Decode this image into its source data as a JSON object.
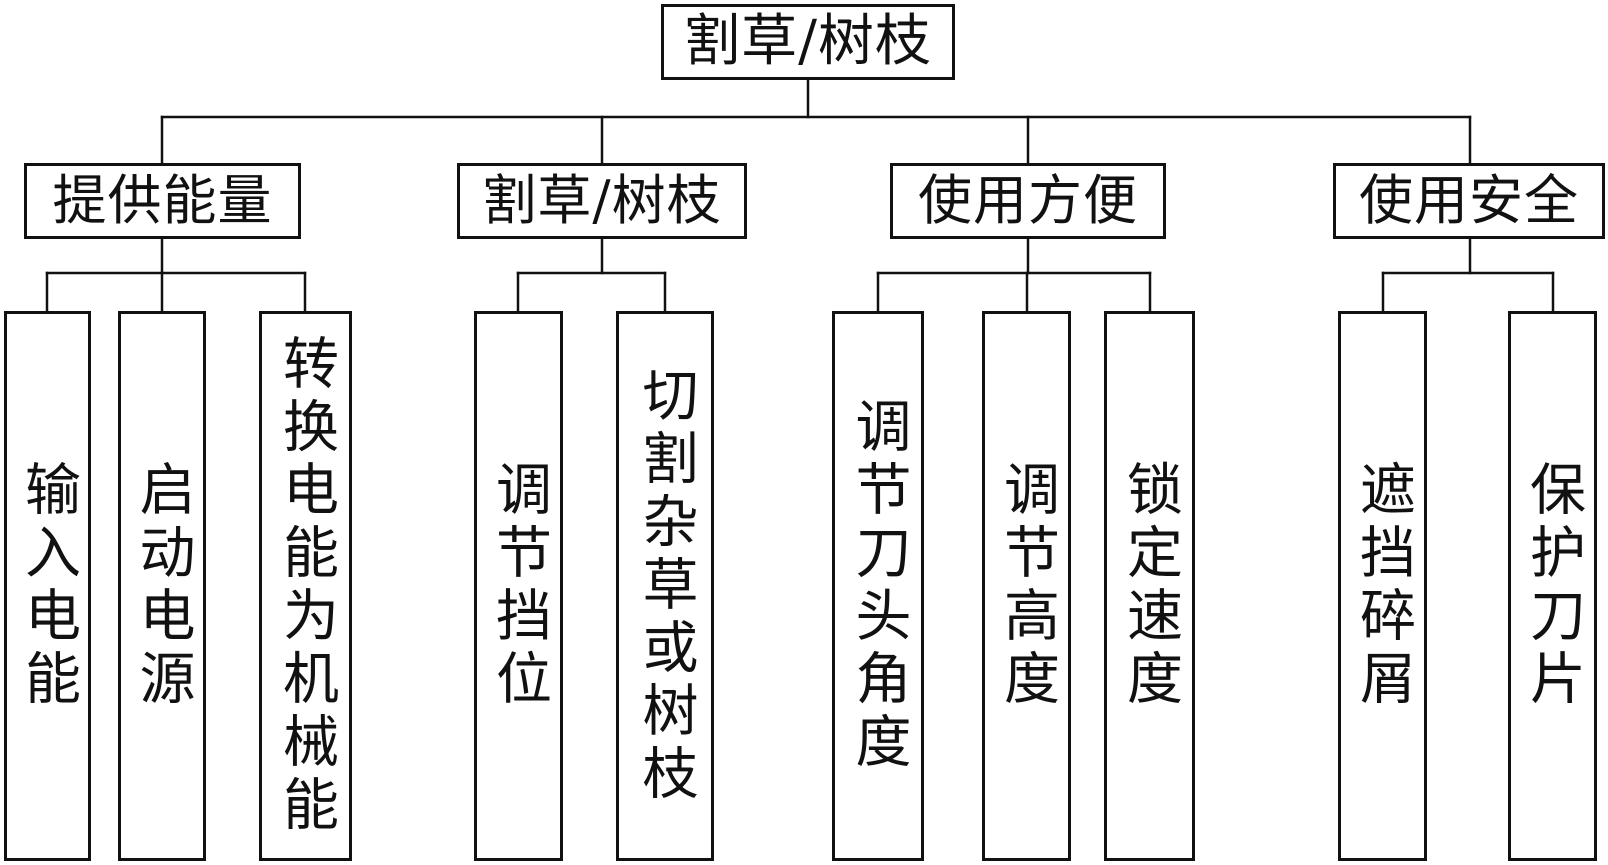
{
  "diagram": {
    "root": {
      "label": "割草/树枝"
    },
    "groups": [
      {
        "label": "提供能量",
        "leaves": [
          {
            "label": "输入电能"
          },
          {
            "label": "启动电源"
          },
          {
            "label": "转换电能为机械能"
          }
        ]
      },
      {
        "label": "割草/树枝",
        "leaves": [
          {
            "label": "调节挡位"
          },
          {
            "label": "切割杂草或树枝"
          }
        ]
      },
      {
        "label": "使用方便",
        "leaves": [
          {
            "label": "调节刀头角度"
          },
          {
            "label": "调节高度"
          },
          {
            "label": "锁定速度"
          }
        ]
      },
      {
        "label": "使用安全",
        "leaves": [
          {
            "label": "遮挡碎屑"
          },
          {
            "label": "保护刀片"
          }
        ]
      }
    ]
  }
}
